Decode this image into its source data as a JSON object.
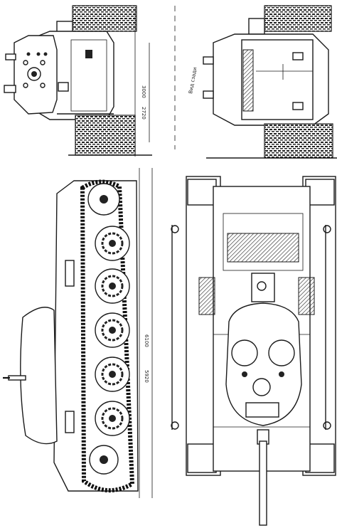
{
  "image": {
    "subject": "tank technical line drawing",
    "color_ink": "#1a1a1a",
    "color_paper": "#ffffff"
  },
  "labels": {
    "rear_view_note": "Вид сзади",
    "dim_top_1": "3000",
    "dim_top_2": "2720",
    "dim_side_1": "6100",
    "dim_side_2": "5920"
  }
}
